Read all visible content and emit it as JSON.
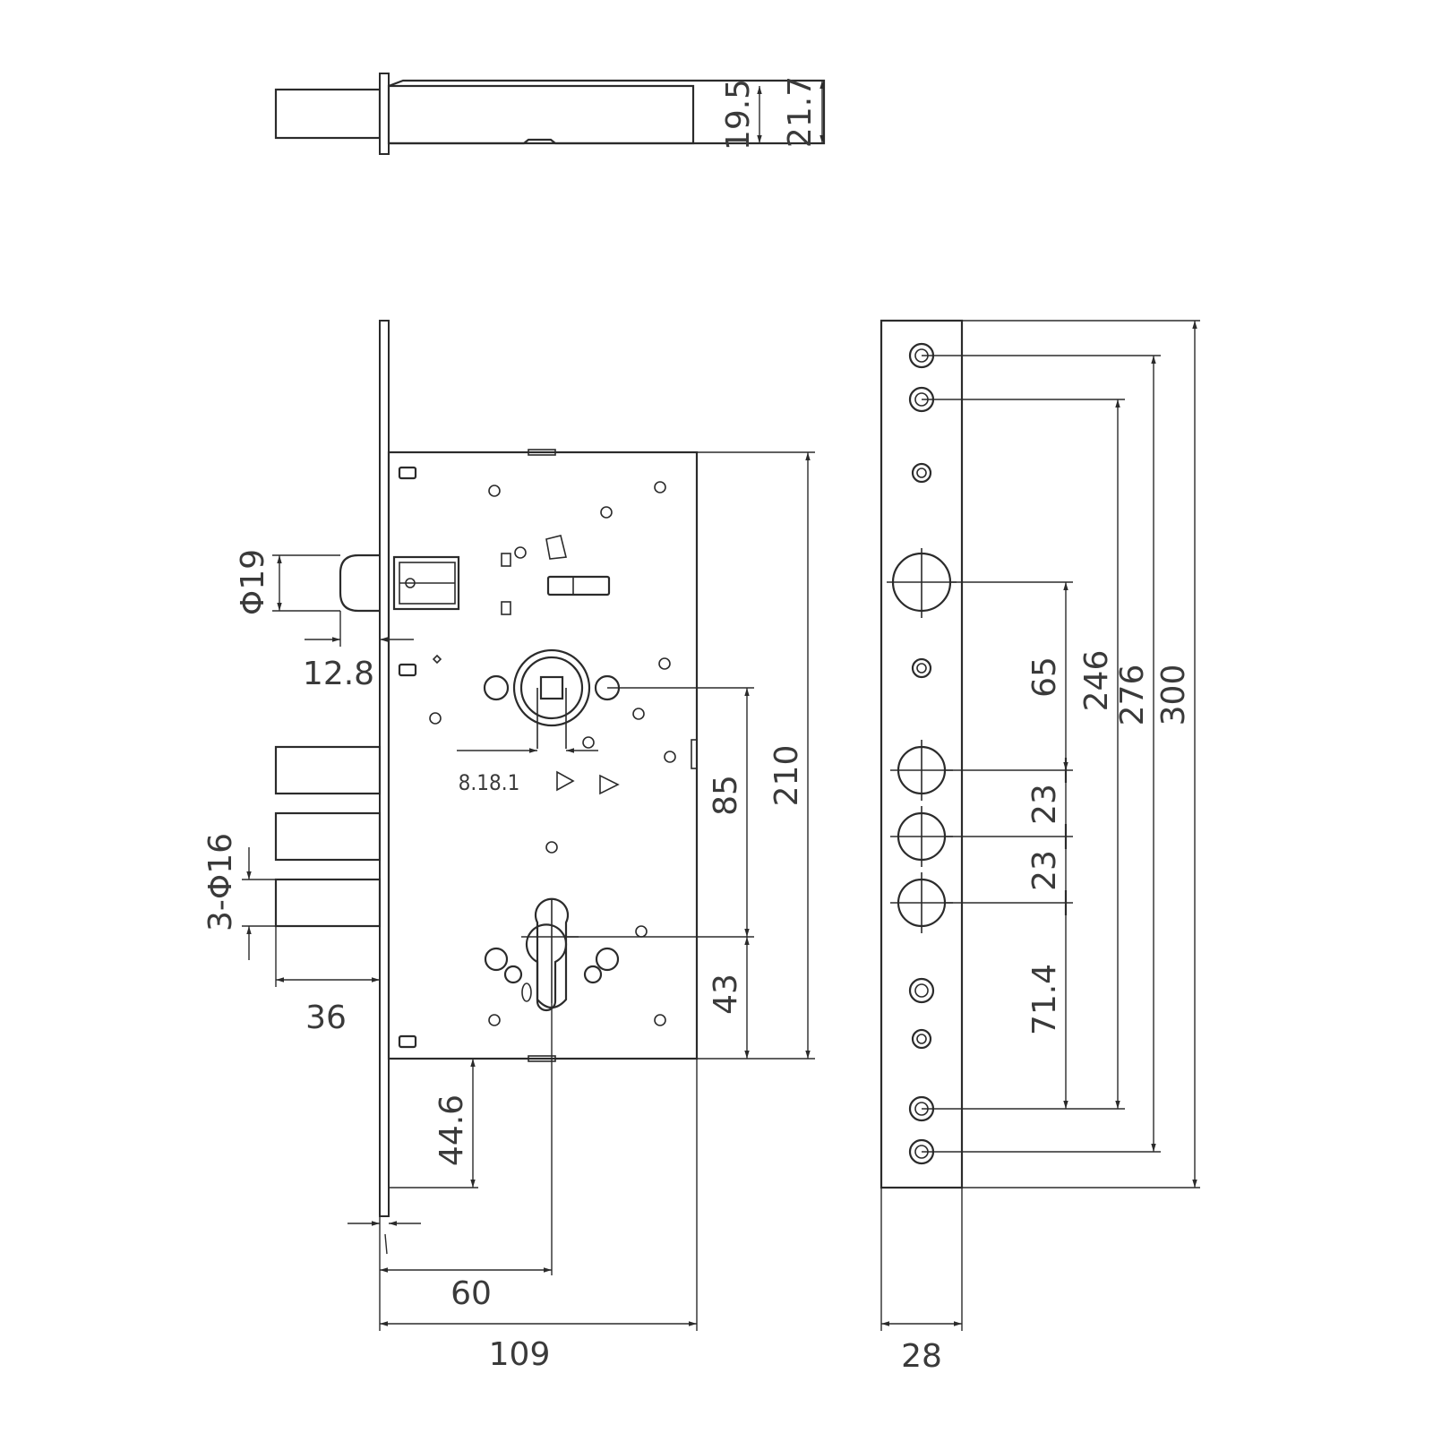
{
  "top_view": {
    "dim_inner": "19.5",
    "dim_outer": "21.7"
  },
  "front_view": {
    "latch_diameter": "Φ19",
    "latch_offset": "12.8",
    "spindle_label": "8.18.1",
    "bolts_label": "3-Φ16",
    "bolt_throw": "36",
    "dim_spindle_to_cyl": "85",
    "dim_case_height": "210",
    "dim_cyl_to_bottom": "43",
    "dim_faceplate_extension": "44.6",
    "dim_backset": "60",
    "dim_case_depth": "109"
  },
  "side_view": {
    "dim_65": "65",
    "dim_23a": "23",
    "dim_23b": "23",
    "dim_714": "71.4",
    "dim_246": "246",
    "dim_276": "276",
    "dim_300": "300",
    "dim_width": "28"
  }
}
